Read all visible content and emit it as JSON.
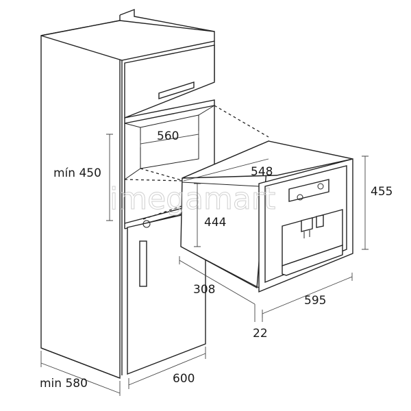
{
  "dimensions": {
    "cabinet_depth": "min 580",
    "cabinet_width": "600",
    "niche_height": "mín 450",
    "niche_width": "560",
    "appliance_depth": "548",
    "appliance_body_height": "444",
    "appliance_height": "455",
    "appliance_width": "595",
    "appliance_side_depth": "308",
    "front_panel_depth": "22"
  },
  "watermark": "imegamart"
}
